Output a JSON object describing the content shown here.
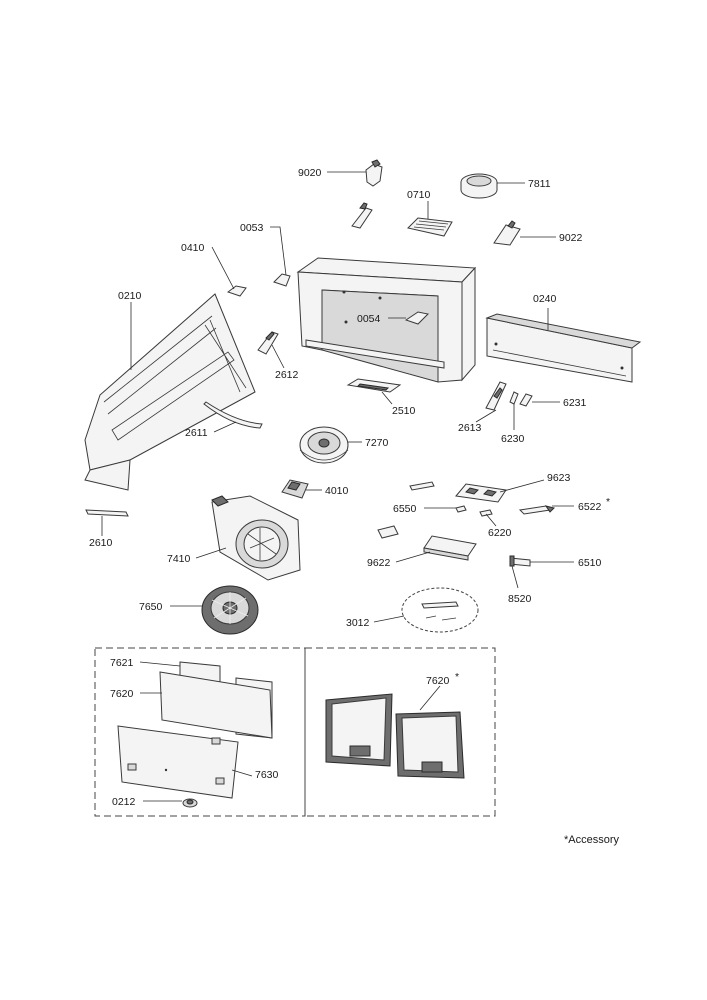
{
  "labels": {
    "p9020": "9020",
    "p7811": "7811",
    "p0710": "0710",
    "p9022": "9022",
    "p0053": "0053",
    "p0410": "0410",
    "p0210": "0210",
    "p0240": "0240",
    "p0054": "0054",
    "p2612": "2612",
    "p2510": "2510",
    "p6231": "6231",
    "p2613": "2613",
    "p6230": "6230",
    "p2611": "2611",
    "p7270": "7270",
    "p9623": "9623",
    "p4010": "4010",
    "p6550": "6550",
    "p6522": "6522",
    "p6522_mark": "*",
    "p6220": "6220",
    "p2610": "2610",
    "p7410": "7410",
    "p9622": "9622",
    "p6510": "6510",
    "p8520": "8520",
    "p7650": "7650",
    "p3012": "3012",
    "p7621": "7621",
    "p7620a": "7620",
    "p7620b": "7620",
    "p7620b_mark": "*",
    "p7630": "7630",
    "p0212": "0212"
  },
  "footnote": "*Accessory"
}
